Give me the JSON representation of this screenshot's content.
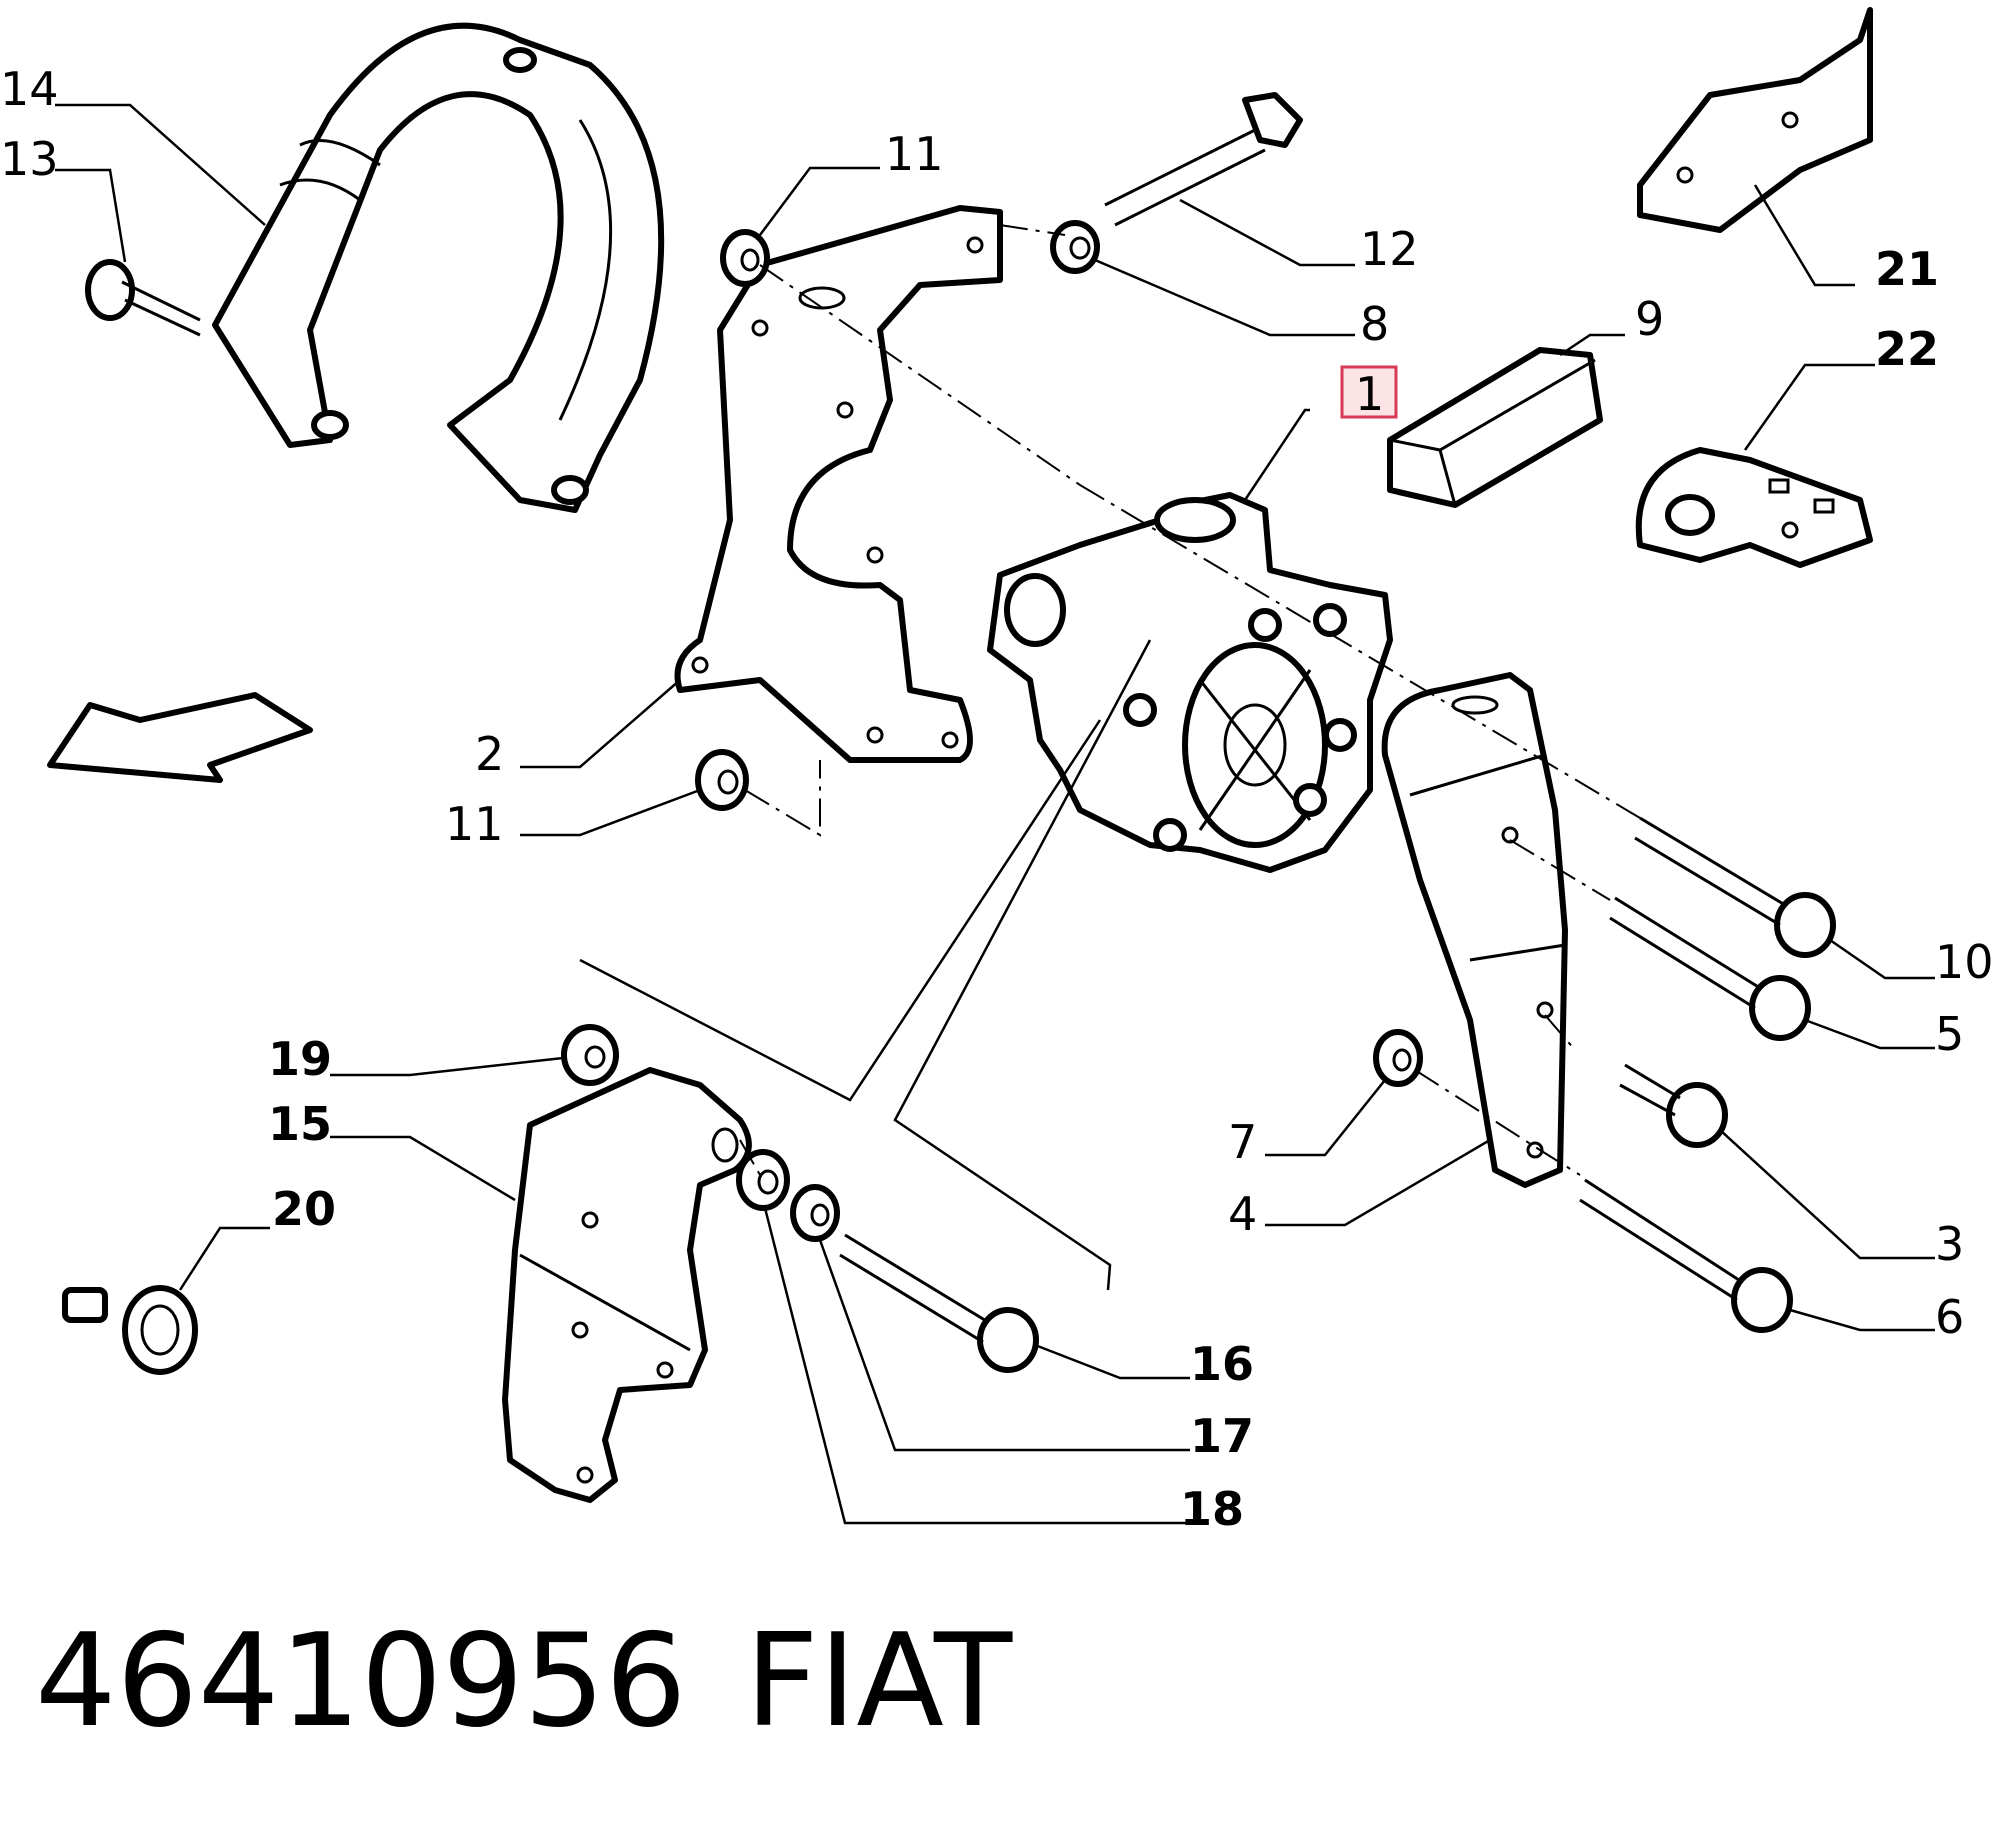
{
  "diagram": {
    "callouts": {
      "c1": "1",
      "c2": "2",
      "c3": "3",
      "c4": "4",
      "c5": "5",
      "c6": "6",
      "c7": "7",
      "c8": "8",
      "c9": "9",
      "c10": "10",
      "c11a": "11",
      "c11b": "11",
      "c12": "12",
      "c13": "13",
      "c14": "14",
      "c15": "15",
      "c16": "16",
      "c17": "17",
      "c18": "18",
      "c19": "19",
      "c20": "20",
      "c21": "21",
      "c22": "22"
    },
    "highlighted_callout": "1",
    "highlight_color": "#d83a55"
  },
  "footer": {
    "part_number": "46410956",
    "brand": "FIAT"
  }
}
